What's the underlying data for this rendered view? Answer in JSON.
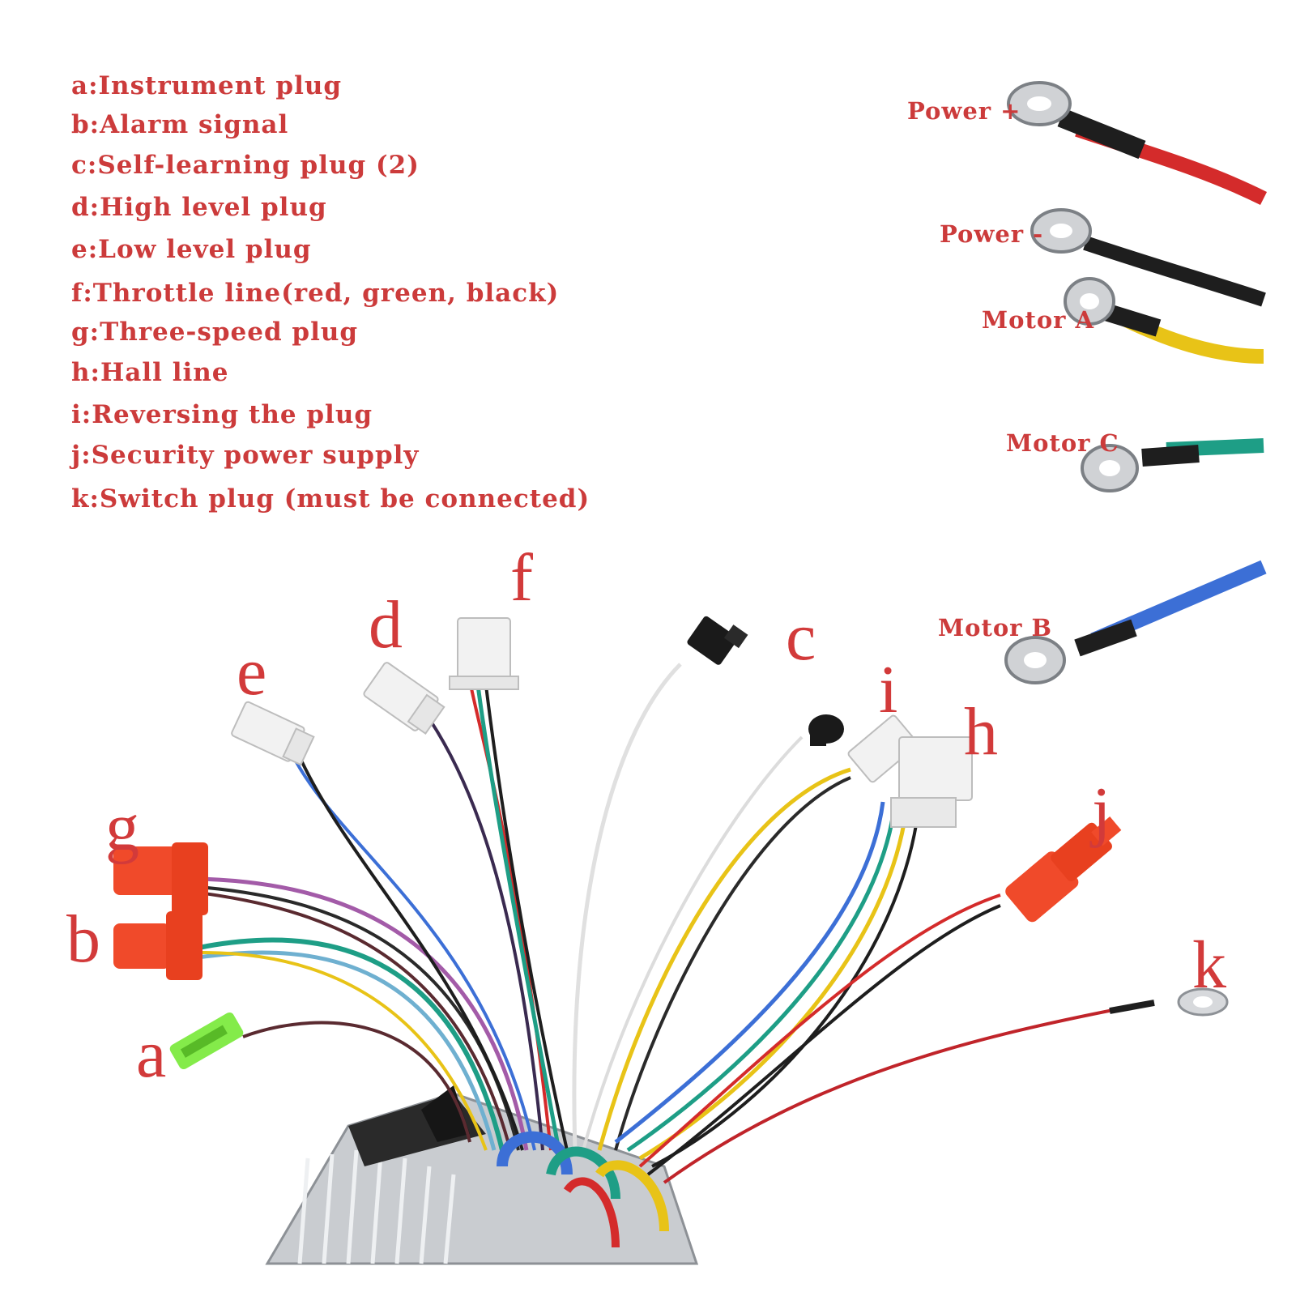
{
  "legend": [
    {
      "key": "a",
      "text": "a:Instrument plug"
    },
    {
      "key": "b",
      "text": "b:Alarm signal"
    },
    {
      "key": "c",
      "text": "c:Self-learning plug (2)"
    },
    {
      "key": "d",
      "text": "d:High level plug"
    },
    {
      "key": "e",
      "text": "e:Low level plug"
    },
    {
      "key": "f",
      "text": "f:Throttle line(red, green, black)"
    },
    {
      "key": "g",
      "text": "g:Three-speed plug"
    },
    {
      "key": "h",
      "text": "h:Hall line"
    },
    {
      "key": "i",
      "text": "i:Reversing the plug"
    },
    {
      "key": "j",
      "text": "j:Security power supply"
    },
    {
      "key": "k",
      "text": "k:Switch plug (must be connected)"
    }
  ],
  "terminals": {
    "power_pos": "Power +",
    "power_neg": "Power -",
    "motor_a": "Motor A",
    "motor_c": "Motor C",
    "motor_b": "Motor B"
  },
  "pin_letters": {
    "a": "a",
    "b": "b",
    "c": "c",
    "d": "d",
    "e": "e",
    "f": "f",
    "g": "g",
    "h": "h",
    "i": "i",
    "j": "j",
    "k": "k"
  },
  "colors": {
    "label_red": "#cc3b3b",
    "wire_red": "#d42b2b",
    "wire_black": "#1e1e1e",
    "wire_yellow": "#e8c317",
    "wire_green": "#1e9e86",
    "wire_blue": "#3c6fd6",
    "connector_orange": "#f04a2a",
    "connector_green": "#6ee82a",
    "connector_white": "#f2f2f2",
    "housing_silver": "#c9ccd0"
  }
}
